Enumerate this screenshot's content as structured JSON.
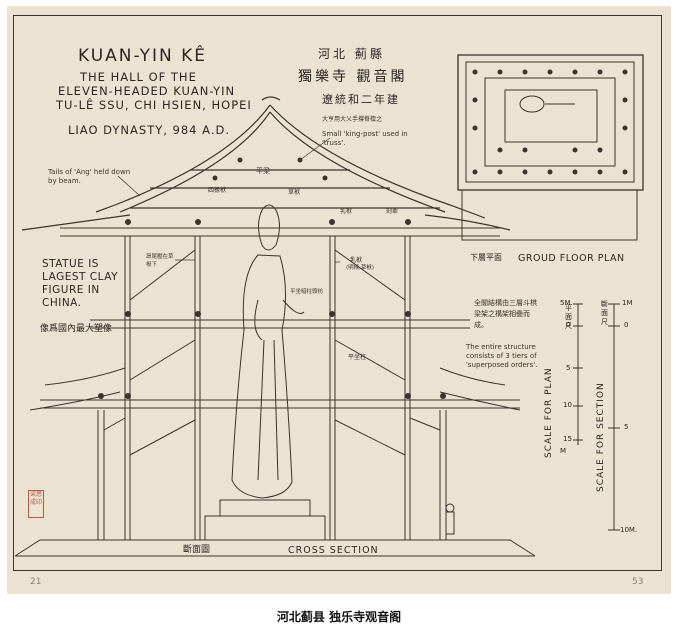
{
  "title": {
    "main": "KUAN-YIN KÊ",
    "line1": "THE HALL OF THE",
    "line2": "ELEVEN-HEADED KUAN-YIN",
    "line3": "TU-LÊ SSU, CHI HSIEN, HOPEI",
    "line4": "LIAO DYNASTY, 984 A.D."
  },
  "chinese_title": {
    "line1": "河北 薊縣",
    "line2": "獨樂寺 觀音閣",
    "line3": "遼統和二年建"
  },
  "notes": {
    "king_post_cn": "大亨用大乂手撐脊檁之",
    "king_post_en": "Small 'king-post' used in 'truss'.",
    "tails_ang": "Tails of 'Ang' held down by beam.",
    "roof_label_1": "平梁",
    "roof_label_2": "四椽栿",
    "roof_label_3": "草栿",
    "roof_label_4": "乳栿",
    "roof_label_5": "劄牽",
    "statue_en": "STATUE IS LAGEST CLAY FIGURE IN CHINA.",
    "statue_cn": "像爲國內最大塑像",
    "left_mid_label": "昂尾壓在草栿下",
    "upper_beam_label": "平坐暗柱頭枋",
    "right_beam_label_1": "乳栿",
    "right_beam_label_2": "(明栿,草栿)",
    "pingzuo_label": "平坐柱",
    "structure_cn": "全閣結構由三層斗栱梁架之構架相疊而成。",
    "structure_en": "The entire structure consists of 3 tiers of 'superposed orders'."
  },
  "plan": {
    "label_cn": "下層平面",
    "label_en": "GROUD FLOOR PLAN"
  },
  "scales": {
    "plan_title": "SCALE FOR PLAN",
    "plan_title_cn": "平面尺",
    "plan_ticks": [
      "5M.",
      "0",
      "5",
      "10",
      "15"
    ],
    "plan_unit": "M",
    "section_title": "SCALE FOR SECTION",
    "section_title_cn": "斷面尺",
    "section_ticks": [
      "1M",
      "0",
      "5",
      "10M."
    ]
  },
  "section": {
    "label_cn": "斷面圖",
    "label_en": "CROSS SECTION"
  },
  "seal_text": "梁思成印",
  "page_numbers": {
    "left": "21",
    "right": "53"
  },
  "caption": "河北蓟县 独乐寺观音阁",
  "colors": {
    "paper": "#ece2d2",
    "ink": "#2a2622",
    "seal": "#b25a4a"
  }
}
